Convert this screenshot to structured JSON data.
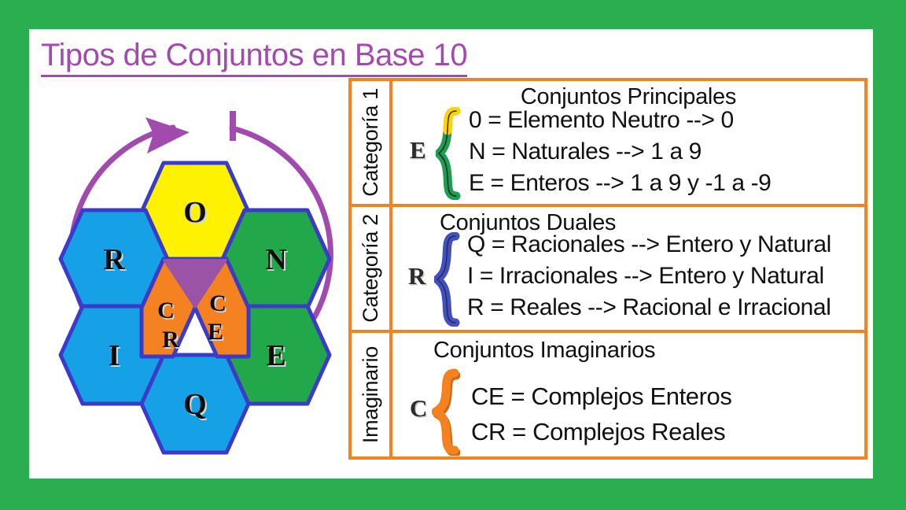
{
  "page": {
    "title": "Tipos de Conjuntos en Base 10",
    "frame_color": "#2BAE4F",
    "panel_color": "#FFFFFF",
    "title_color": "#A24BAE",
    "table_border_color": "#F58220"
  },
  "diagram": {
    "name": "hexagon-set-diagram",
    "arrow_color": "#A24BAE",
    "hex_outline_color": "#3B3BC8",
    "colors": {
      "yellow": "#FFF200",
      "blue": "#16A0E6",
      "green": "#22A84A",
      "orange": "#F58220",
      "purple": "#9B53A8"
    },
    "cells": [
      {
        "label": "O",
        "color": "#FFF200",
        "name": "hex-cell-o"
      },
      {
        "label": "R",
        "color": "#16A0E6",
        "name": "hex-cell-r"
      },
      {
        "label": "N",
        "color": "#22A84A",
        "name": "hex-cell-n"
      },
      {
        "label": "I",
        "color": "#16A0E6",
        "name": "hex-cell-i"
      },
      {
        "label": "E",
        "color": "#22A84A",
        "name": "hex-cell-e"
      },
      {
        "label": "Q",
        "color": "#16A0E6",
        "name": "hex-cell-q"
      },
      {
        "label": "CR",
        "color": "#F58220",
        "name": "hex-cell-cr"
      },
      {
        "label": "CE",
        "color": "#F58220",
        "name": "hex-cell-ce"
      },
      {
        "label": "",
        "color": "#9B53A8",
        "name": "hex-wedge-purple"
      }
    ],
    "cell_letters": {
      "o": "O",
      "r": "R",
      "n": "N",
      "i": "I",
      "e": "E",
      "q": "Q",
      "cr_top": "C",
      "cr_bottom": "R",
      "ce_top": "C",
      "ce_bottom": "E"
    }
  },
  "table": {
    "rows": [
      {
        "side_label": "Categoría 1",
        "symbol": "E",
        "heading": "Conjuntos Principales",
        "brace_color_top": "#FFD400",
        "brace_color_body": "#1F9E53",
        "items": [
          "0 = Elemento Neutro --> 0",
          "N = Naturales --> 1 a 9",
          "E = Enteros --> 1 a 9 y -1 a -9"
        ]
      },
      {
        "side_label": "Categoría 2",
        "symbol": "R",
        "heading": "Conjuntos Duales",
        "brace_color_top": "#4150BE",
        "brace_color_body": "#4150BE",
        "items": [
          "Q = Racionales --> Entero y Natural",
          "I = Irracionales --> Entero y Natural",
          "R = Reales --> Racional e Irracional"
        ]
      },
      {
        "side_label": "Imaginario",
        "symbol": "C",
        "heading": "Conjuntos Imaginarios",
        "brace_color_top": "#F58220",
        "brace_color_body": "#F58220",
        "items": [
          "CE = Complejos Enteros",
          "CR = Complejos  Reales"
        ]
      }
    ]
  }
}
